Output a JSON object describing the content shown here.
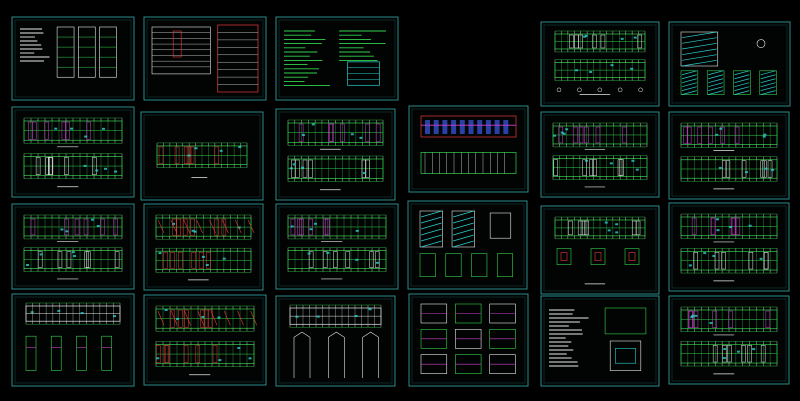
{
  "workspace": {
    "background": "#000000",
    "frame_color": "#2a8a8a",
    "line_colors": {
      "green": "#33d24a",
      "white": "#e8e8e8",
      "red": "#e83a3a",
      "magenta": "#d040d0",
      "cyan": "#2ad0d0",
      "blue": "#3a5ae8",
      "yellow": "#e8e040"
    }
  },
  "sheets": [
    {
      "id": "cover-notes",
      "kind": "notes-elevation"
    },
    {
      "id": "door-window-schedule",
      "kind": "schedule-table"
    },
    {
      "id": "design-notes-text",
      "kind": "text-notes"
    },
    {
      "id": "roof-framing-plan-a",
      "kind": "long-plan"
    },
    {
      "id": "stair-details-a",
      "kind": "stair-details"
    },
    {
      "id": "floor-plan-1",
      "kind": "double-plan"
    },
    {
      "id": "floor-plan-2",
      "kind": "single-plan"
    },
    {
      "id": "floor-plan-3",
      "kind": "double-plan"
    },
    {
      "id": "elevations-colored",
      "kind": "elevation-pair"
    },
    {
      "id": "beam-plan-a",
      "kind": "double-plan"
    },
    {
      "id": "beam-plan-b",
      "kind": "double-plan"
    },
    {
      "id": "floor-plan-4",
      "kind": "double-plan"
    },
    {
      "id": "slab-plan-a",
      "kind": "double-plan-red"
    },
    {
      "id": "floor-plan-5",
      "kind": "double-plan"
    },
    {
      "id": "stair-sections-b",
      "kind": "stair-sections"
    },
    {
      "id": "foundation-plan",
      "kind": "plan-with-details"
    },
    {
      "id": "beam-plan-c",
      "kind": "double-plan"
    },
    {
      "id": "section-detail-plan",
      "kind": "plan-with-sections"
    },
    {
      "id": "slab-plan-b",
      "kind": "double-plan-red"
    },
    {
      "id": "wall-sections",
      "kind": "wall-sections"
    },
    {
      "id": "node-details",
      "kind": "node-details"
    },
    {
      "id": "structure-notes",
      "kind": "notes-with-details"
    },
    {
      "id": "beam-plan-d",
      "kind": "double-plan"
    }
  ]
}
